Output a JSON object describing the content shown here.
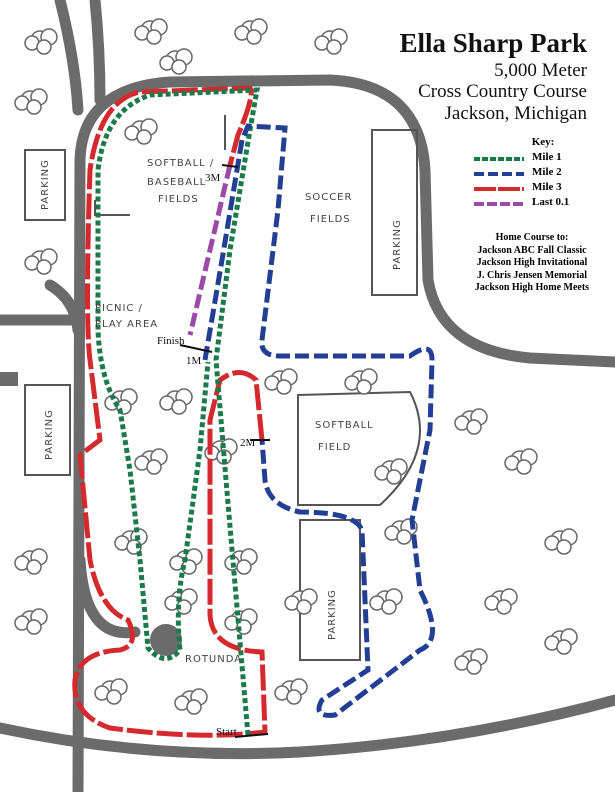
{
  "title": "Ella Sharp Park",
  "subtitle_1": "5,000 Meter",
  "subtitle_2": "Cross Country Course",
  "location": "Jackson, Michigan",
  "key": {
    "heading": "Key:",
    "items": [
      {
        "label": "Mile 1",
        "color": "#1a7a4a",
        "style": "dotted"
      },
      {
        "label": "Mile 2",
        "color": "#233f95",
        "style": "dashed"
      },
      {
        "label": "Mile 3",
        "color": "#d42a2e",
        "style": "long-dash"
      },
      {
        "label": "Last 0.1",
        "color": "#9b4aa8",
        "style": "dashed"
      }
    ]
  },
  "home_course": {
    "heading": "Home Course to:",
    "events": [
      "Jackson ABC Fall Classic",
      "Jackson High Invitational",
      "J. Chris Jensen Memorial",
      "Jackson High Home Meets"
    ]
  },
  "areas": {
    "softball_baseball_1": "SOFTBALL /",
    "softball_baseball_2": "BASEBALL",
    "softball_baseball_3": "FIELDS",
    "soccer_1": "SOCCER",
    "soccer_2": "FIELDS",
    "picnic_1": "PICNIC /",
    "picnic_2": "PLAY AREA",
    "softball_1": "SOFTBALL",
    "softball_2": "FIELD",
    "rotunda": "ROTUNDA",
    "parking": "PARKING"
  },
  "markers": {
    "start": "Start",
    "finish": "Finish",
    "mile_1": "1M",
    "mile_2": "2M",
    "mile_3": "3M"
  },
  "colors": {
    "road": "#6b6b6b",
    "outline": "#555555"
  }
}
